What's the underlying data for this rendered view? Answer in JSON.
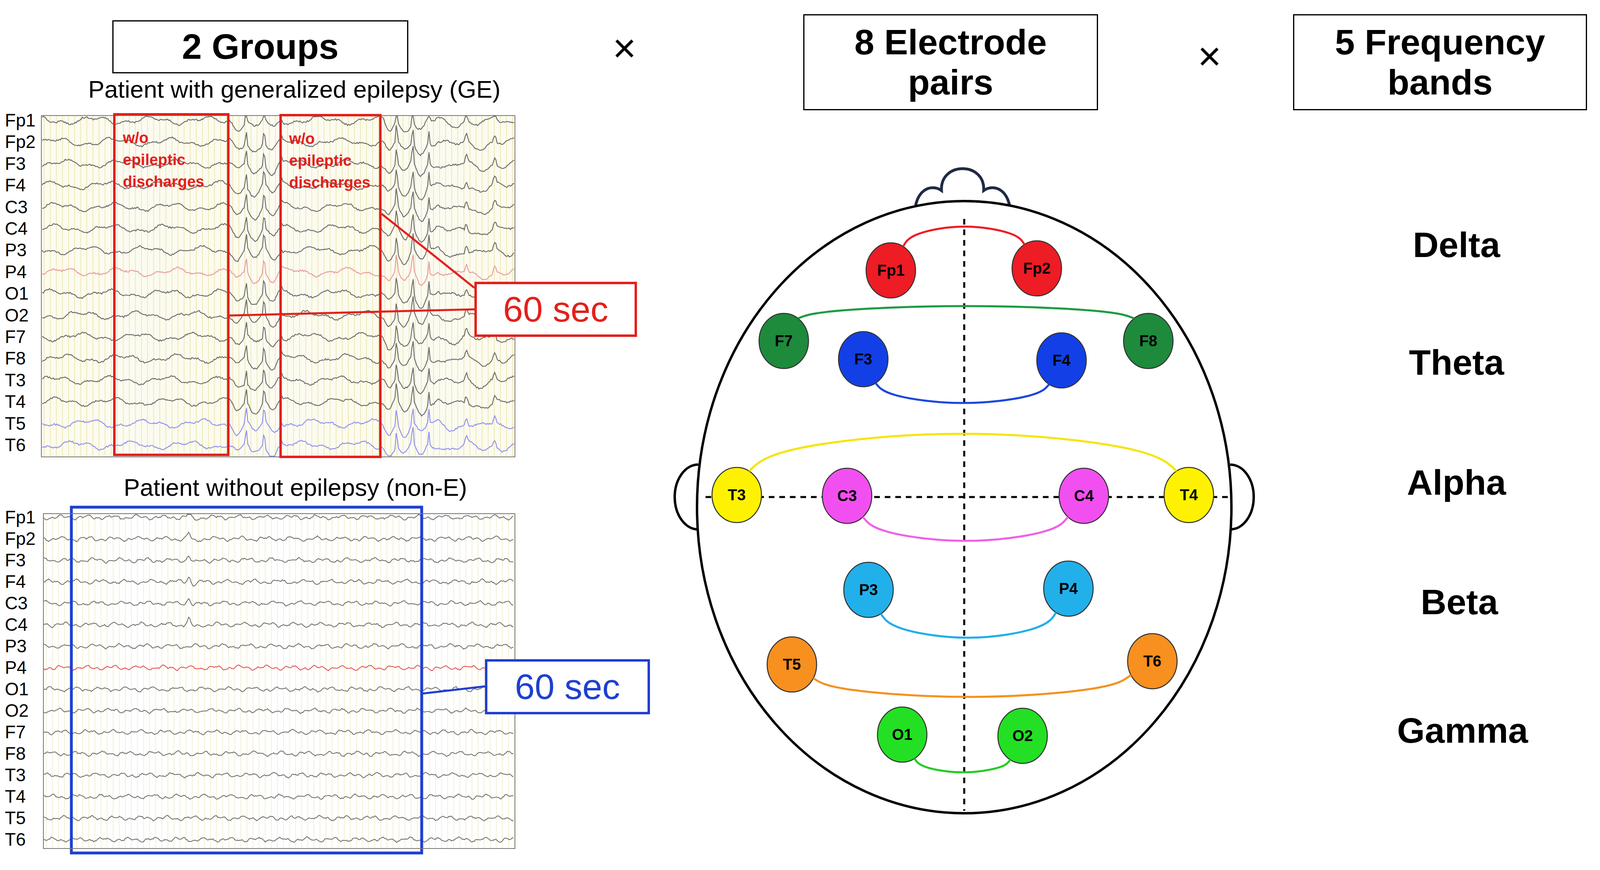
{
  "diagram": {
    "nodes": [
      {
        "text": [
          "2 Groups"
        ]
      },
      {
        "text": [
          "8 Electrode pairs"
        ]
      },
      {
        "text": [
          "5 Frequency bands"
        ]
      },
      {
        "text": [
          "Patient with generalized epilepsy (GE)"
        ]
      },
      {
        "text": [
          "w/o epileptic discharges"
        ],
        "in": 3
      },
      {
        "text": [
          "w/o epileptic discharges"
        ],
        "in": 3
      },
      {
        "text": [
          "60 sec"
        ]
      },
      {
        "text": [
          "Patient without epilepsy (non-E)"
        ]
      },
      {
        "text": [
          "60 sec"
        ]
      },
      {
        "text": [
          "Fp1"
        ]
      },
      {
        "text": [
          "Fp2"
        ]
      },
      {
        "text": [
          "F7"
        ]
      },
      {
        "text": [
          "F3"
        ]
      },
      {
        "text": [
          "F4"
        ]
      },
      {
        "text": [
          "F8"
        ]
      },
      {
        "text": [
          "T3"
        ]
      },
      {
        "text": [
          "C3"
        ]
      },
      {
        "text": [
          "C4"
        ]
      },
      {
        "text": [
          "T4"
        ]
      },
      {
        "text": [
          "P3"
        ]
      },
      {
        "text": [
          "P4"
        ]
      },
      {
        "text": [
          "T5"
        ]
      },
      {
        "text": [
          "T6"
        ]
      },
      {
        "text": [
          "O1"
        ]
      },
      {
        "text": [
          "O2"
        ]
      }
    ],
    "edges": [
      {
        "from": 6,
        "to": 4,
        "arrow": "none"
      },
      {
        "from": 6,
        "to": 5,
        "arrow": "none"
      },
      {
        "from": 9,
        "to": 10,
        "arrow": "none"
      },
      {
        "from": 11,
        "to": 14,
        "arrow": "none"
      },
      {
        "from": 12,
        "to": 13,
        "arrow": "none"
      },
      {
        "from": 15,
        "to": 18,
        "arrow": "none"
      },
      {
        "from": 16,
        "to": 17,
        "arrow": "none"
      },
      {
        "from": 19,
        "to": 20,
        "arrow": "none"
      },
      {
        "from": 21,
        "to": 22,
        "arrow": "none"
      },
      {
        "from": 23,
        "to": 24,
        "arrow": "none"
      }
    ],
    "labels": [
      "×",
      "×",
      "Fp1",
      "Fp2",
      "F3",
      "F4",
      "C3",
      "C4",
      "P3",
      "P4",
      "O1",
      "O2",
      "F7",
      "F8",
      "T3",
      "T4",
      "T5",
      "T6",
      "Fp1",
      "Fp2",
      "F3",
      "F4",
      "C3",
      "C4",
      "P3",
      "P4",
      "O1",
      "O2",
      "F7",
      "F8",
      "T3",
      "T4",
      "T5",
      "T6",
      "Delta",
      "Theta",
      "Alpha",
      "Beta",
      "Gamma"
    ]
  }
}
